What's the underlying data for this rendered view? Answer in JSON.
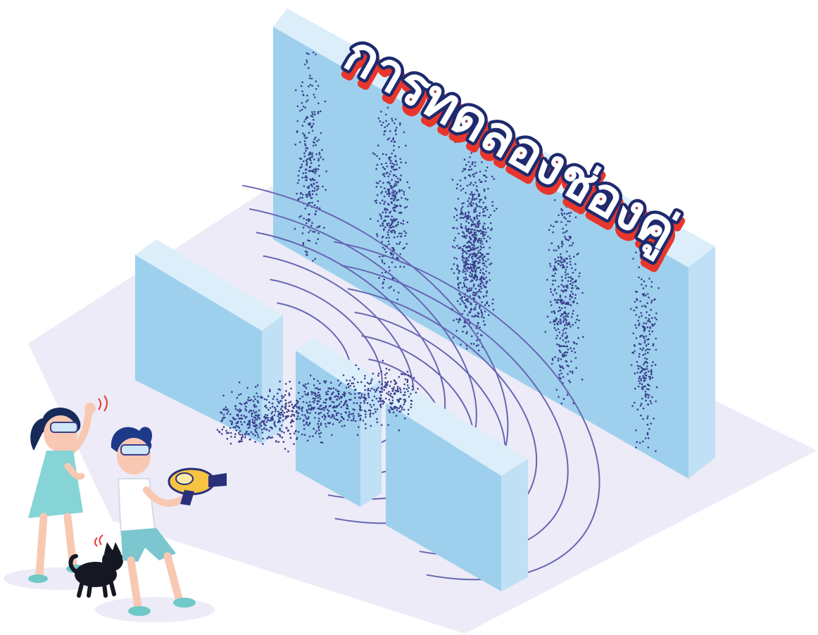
{
  "title": "การทดลองช่องคู่",
  "icons": {
    "screen": "detection-screen",
    "barrier": "double-slit-barrier",
    "waves": "wave-fronts",
    "girl": "girl-character",
    "boy": "boy-character",
    "cat": "cat-character",
    "gun": "particle-gun"
  },
  "colors": {
    "background": "#ffffff",
    "floor": "#ecebf7",
    "wall_front": "#9ed0ee",
    "wall_top": "#dbeefa",
    "wall_side": "#bfe0f5",
    "particles": "#3a3e8c",
    "waves": "#6766b3",
    "title_fill": "#ffffff",
    "title_outline": "#1e2a6e",
    "title_shadow": "#e8362c"
  }
}
